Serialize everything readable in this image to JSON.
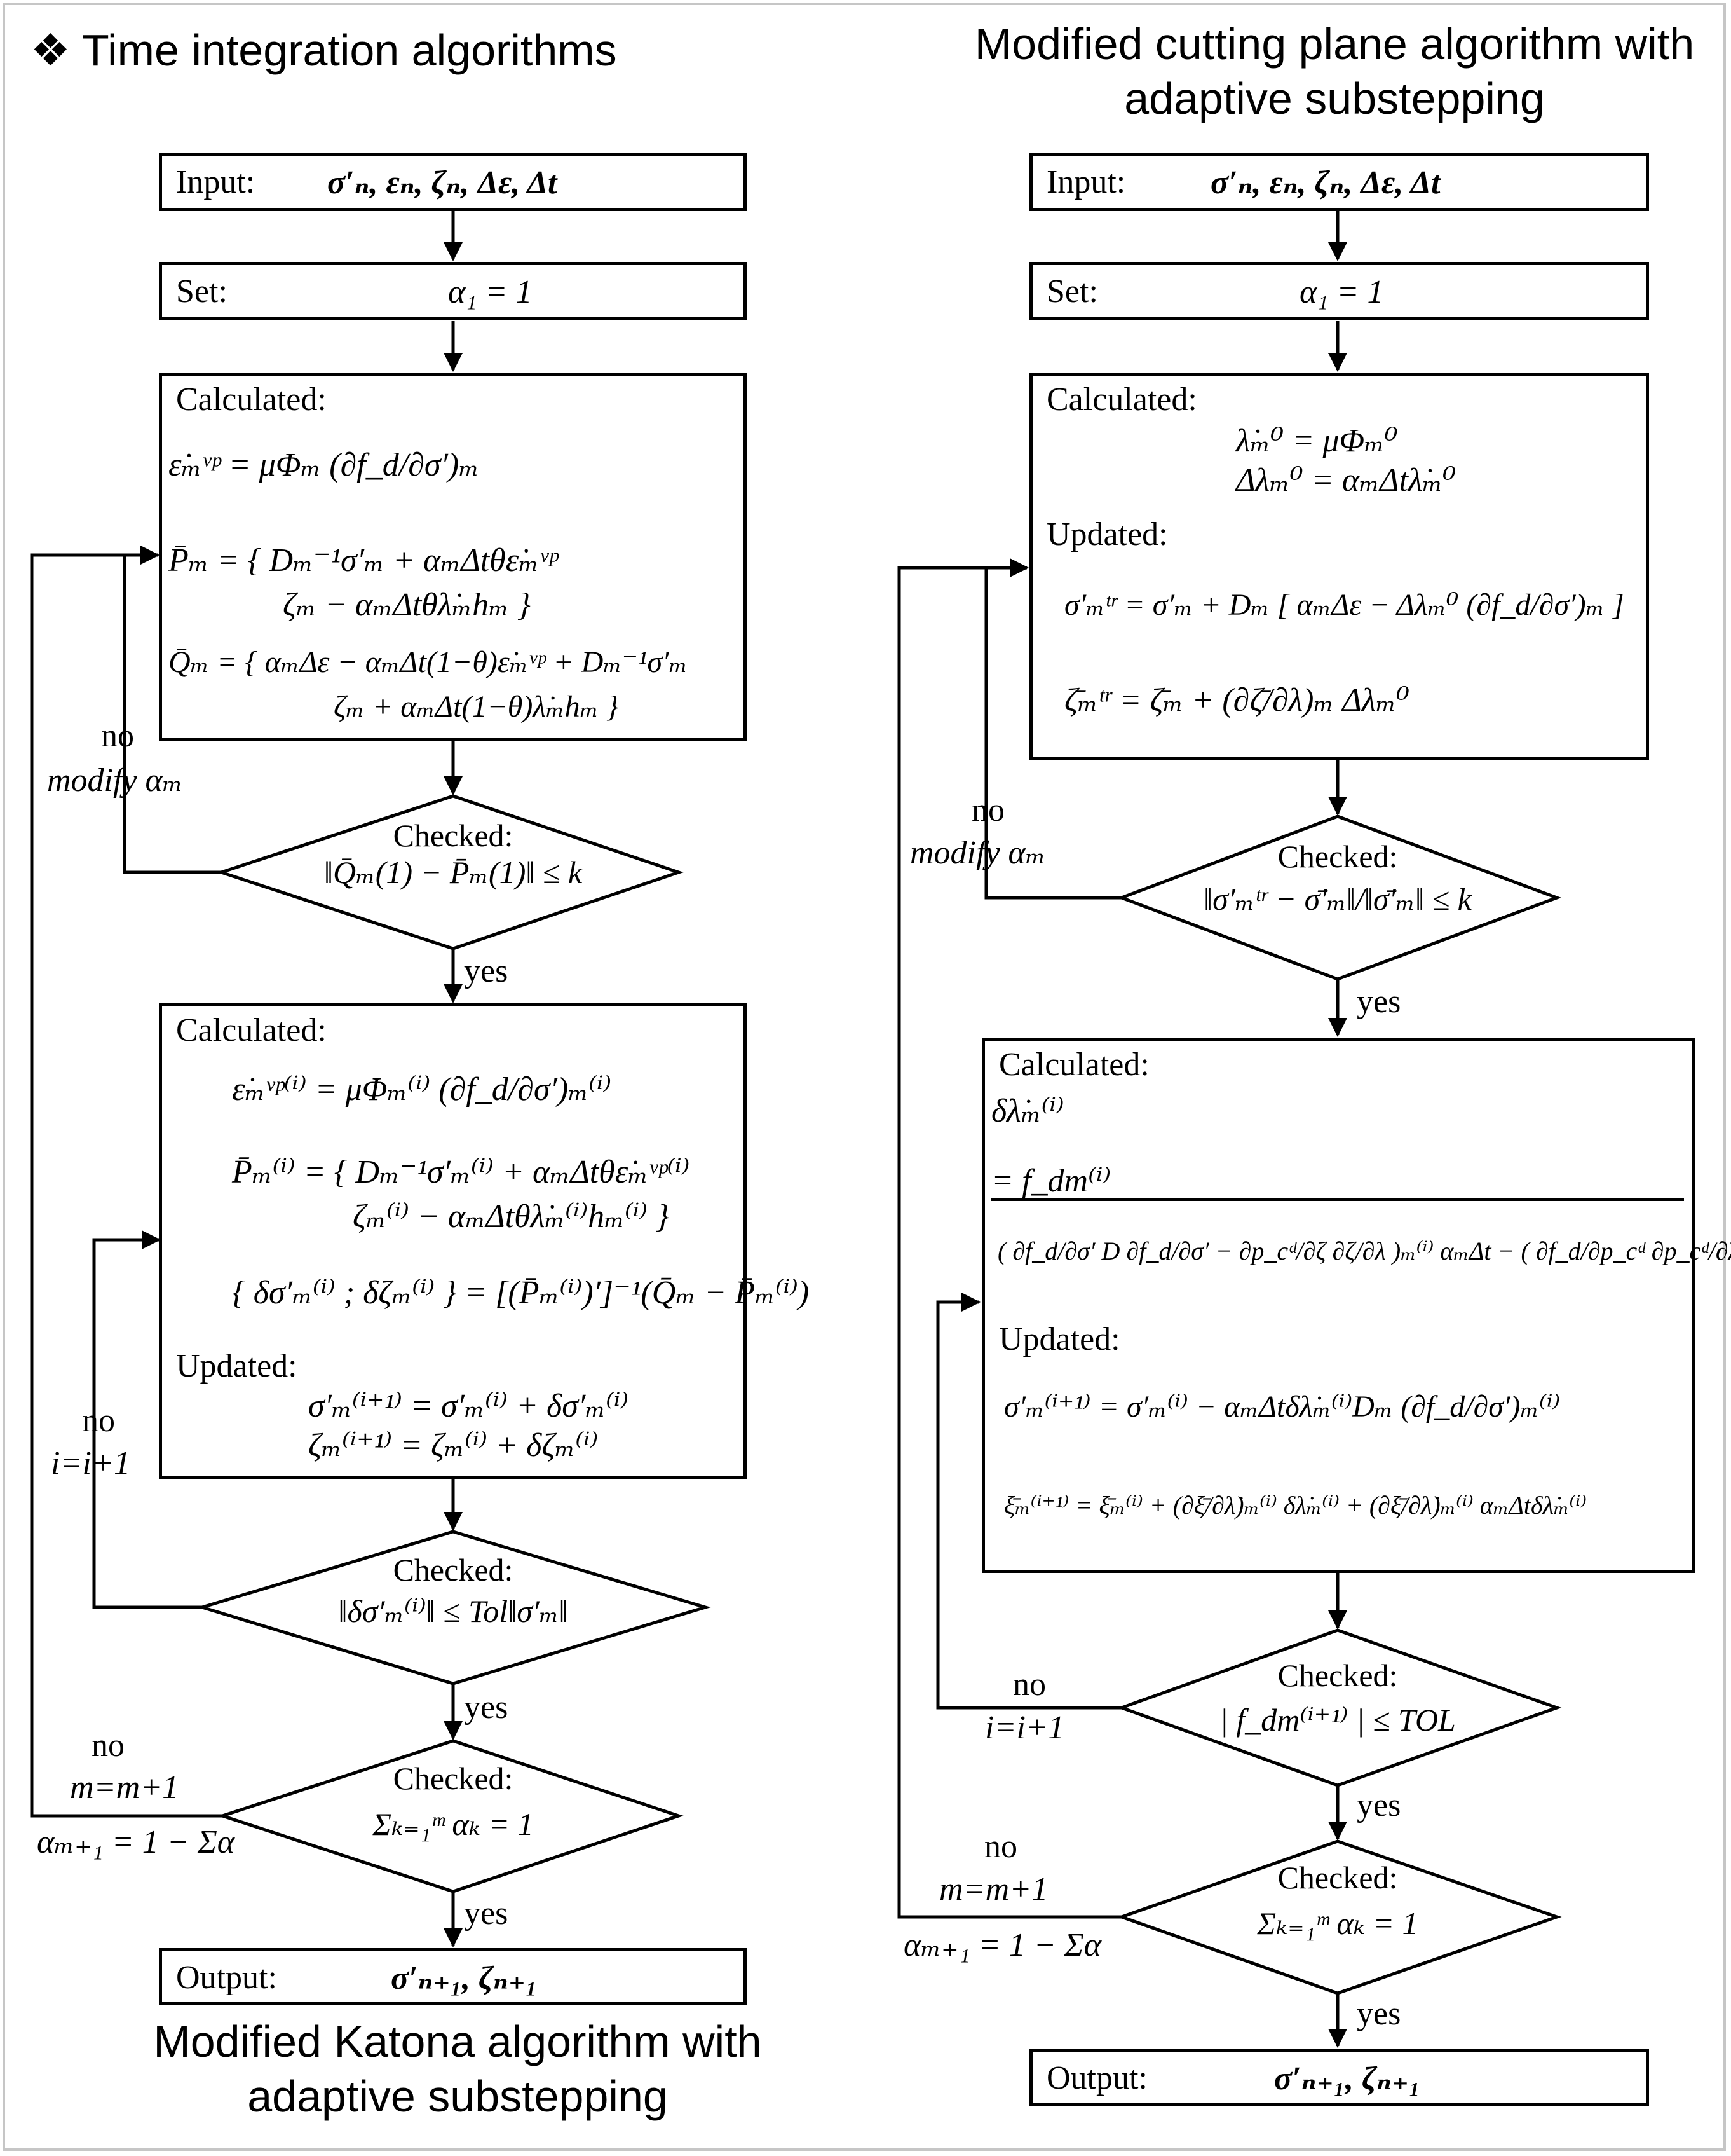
{
  "section_title": "❖ Time integration algorithms",
  "left": {
    "caption": "Modified Katona algorithm with adaptive substepping",
    "input": {
      "label": "Input:",
      "expr": "σ′ₙ, εₙ, ζₙ, Δε, Δt"
    },
    "set": {
      "label": "Set:",
      "expr": "α₁ = 1"
    },
    "calc1": {
      "label": "Calculated:",
      "eq1": "ε̇ₘᵛᵖ = μΦₘ (∂f_d/∂σ′)ₘ",
      "eq2a": "P̄ₘ = { Dₘ⁻¹σ′ₘ + αₘΔtθε̇ₘᵛᵖ",
      "eq2b": "ζₘ − αₘΔtθλ̇ₘhₘ }",
      "eq3a": "Q̄ₘ = { αₘΔε − αₘΔt(1−θ)ε̇ₘᵛᵖ + Dₘ⁻¹σ′ₘ",
      "eq3b": "ζₘ + αₘΔt(1−θ)λ̇ₘhₘ }"
    },
    "check1": {
      "label": "Checked:",
      "expr": "‖Q̄ₘ(1) − P̄ₘ(1)‖ ≤ k"
    },
    "calc2": {
      "label": "Calculated:",
      "eq1": "ε̇ₘᵛᵖ⁽ⁱ⁾ = μΦₘ⁽ⁱ⁾ (∂f_d/∂σ′)ₘ⁽ⁱ⁾",
      "eq2a": "P̄ₘ⁽ⁱ⁾ = { Dₘ⁻¹σ′ₘ⁽ⁱ⁾ + αₘΔtθε̇ₘᵛᵖ⁽ⁱ⁾",
      "eq2b": "ζₘ⁽ⁱ⁾ − αₘΔtθλ̇ₘ⁽ⁱ⁾hₘ⁽ⁱ⁾ }",
      "eq3": "{ δσ′ₘ⁽ⁱ⁾ ; δζₘ⁽ⁱ⁾ } = [(P̄ₘ⁽ⁱ⁾)′]⁻¹(Q̄ₘ − P̄ₘ⁽ⁱ⁾)",
      "updated_label": "Updated:",
      "up1": "σ′ₘ⁽ⁱ⁺¹⁾ = σ′ₘ⁽ⁱ⁾ + δσ′ₘ⁽ⁱ⁾",
      "up2": "ζₘ⁽ⁱ⁺¹⁾ = ζₘ⁽ⁱ⁾ + δζₘ⁽ⁱ⁾"
    },
    "check2": {
      "label": "Checked:",
      "expr": "‖δσ′ₘ⁽ⁱ⁾‖ ≤ Tol‖σ′ₘ‖"
    },
    "check3": {
      "label": "Checked:",
      "expr": "Σₖ₌₁ᵐ αₖ = 1"
    },
    "output": {
      "label": "Output:",
      "expr": "σ′ₙ₊₁, ζₙ₊₁"
    },
    "loop1": {
      "no": "no",
      "action": "modify αₘ"
    },
    "loop2": {
      "no": "no",
      "action": "i=i+1"
    },
    "loop3": {
      "no": "no",
      "action": "m=m+1",
      "extra": "αₘ₊₁ = 1 − Σα"
    },
    "yes1": "yes",
    "yes2": "yes",
    "yes3": "yes"
  },
  "right": {
    "caption": "Modified cutting plane algorithm with adaptive substepping",
    "input": {
      "label": "Input:",
      "expr": "σ′ₙ, εₙ, ζₙ, Δε, Δt"
    },
    "set": {
      "label": "Set:",
      "expr": "α₁ = 1"
    },
    "calc1": {
      "label": "Calculated:",
      "eq1": "λ̇ₘ⁰ = μΦₘ⁰",
      "eq2": "Δλₘ⁰ = αₘΔtλ̇ₘ⁰",
      "updated_label": "Updated:",
      "up1": "σ′ₘᵗʳ = σ′ₘ + Dₘ [ αₘΔε − Δλₘ⁰ (∂f_d/∂σ′)ₘ ]",
      "up2": "ζ̄ₘᵗʳ = ζ̄ₘ + (∂ζ̄/∂λ)ₘ Δλₘ⁰"
    },
    "check1": {
      "label": "Checked:",
      "expr": "‖σ′ₘᵗʳ − σ̄′ₘ‖/‖σ̄′ₘ‖ ≤ k"
    },
    "calc2": {
      "label": "Calculated:",
      "eq0": "δλ̇ₘ⁽ⁱ⁾",
      "numer": "= f_dm⁽ⁱ⁾",
      "denom": "( ∂f_d/∂σ′ D ∂f_d/∂σ′ − ∂p_cᵈ/∂ζ ∂ζ/∂λ )ₘ⁽ⁱ⁾ αₘΔt − ( ∂f_d/∂p_cᵈ ∂p_cᵈ/∂λ̇ )ₘ⁽ⁱ⁾",
      "updated_label": "Updated:",
      "up1": "σ′ₘ⁽ⁱ⁺¹⁾ = σ′ₘ⁽ⁱ⁾ − αₘΔtδλ̇ₘ⁽ⁱ⁾Dₘ (∂f_d/∂σ′)ₘ⁽ⁱ⁾",
      "up2": "ξ̄ₘ⁽ⁱ⁺¹⁾ = ξ̄ₘ⁽ⁱ⁾ + (∂ξ̄/∂λ̇)ₘ⁽ⁱ⁾ δλ̇ₘ⁽ⁱ⁾ + (∂ξ̄/∂λ̇)ₘ⁽ⁱ⁾ αₘΔtδλ̇ₘ⁽ⁱ⁾"
    },
    "check2": {
      "label": "Checked:",
      "expr": "| f_dm⁽ⁱ⁺¹⁾ | ≤ TOL"
    },
    "check3": {
      "label": "Checked:",
      "expr": "Σₖ₌₁ᵐ αₖ = 1"
    },
    "output": {
      "label": "Output:",
      "expr": "σ′ₙ₊₁, ζₙ₊₁"
    },
    "loop1": {
      "no": "no",
      "action": "modify αₘ"
    },
    "loop2": {
      "no": "no",
      "action": "i=i+1"
    },
    "loop3": {
      "no": "no",
      "action": "m=m+1",
      "extra": "αₘ₊₁ = 1 − Σα"
    },
    "yes1": "yes",
    "yes2": "yes",
    "yes3": "yes"
  }
}
